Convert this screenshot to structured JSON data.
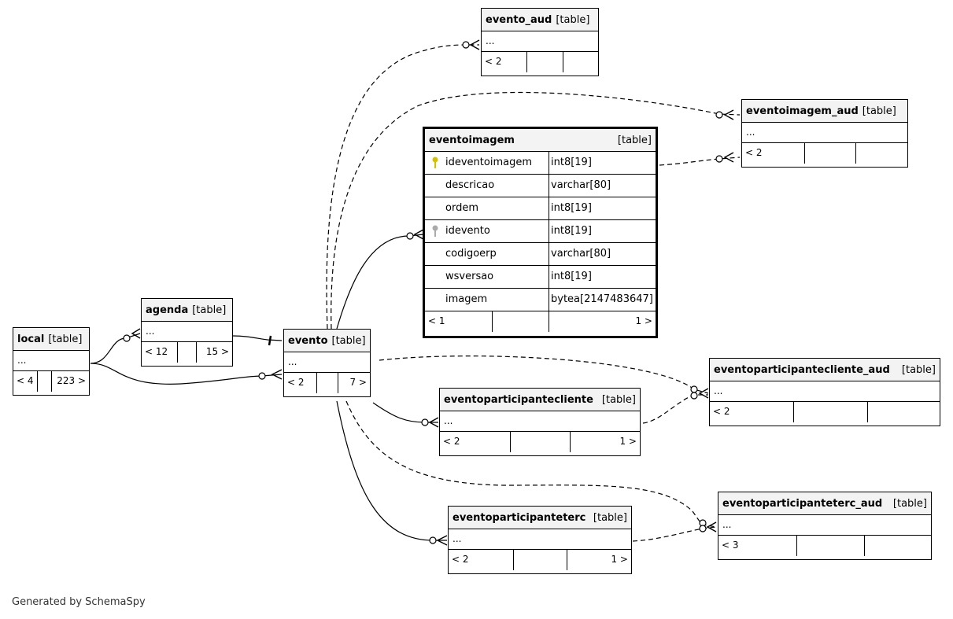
{
  "tables": {
    "evento_aud": {
      "name": "evento_aud",
      "kind": "[table]",
      "dots": "...",
      "left": "< 2",
      "mid": "",
      "right": ""
    },
    "eventoimagem_aud": {
      "name": "eventoimagem_aud",
      "kind": "[table]",
      "dots": "...",
      "left": "< 2",
      "mid": "",
      "right": ""
    },
    "eventoimagem": {
      "name": "eventoimagem",
      "kind": "[table]",
      "left": "< 1",
      "mid": "",
      "right": "1 >",
      "columns": [
        {
          "name": "ideventoimagem",
          "type": "int8[19]",
          "key": "primary"
        },
        {
          "name": "descricao",
          "type": "varchar[80]",
          "key": ""
        },
        {
          "name": "ordem",
          "type": "int8[19]",
          "key": ""
        },
        {
          "name": "idevento",
          "type": "int8[19]",
          "key": "foreign"
        },
        {
          "name": "codigoerp",
          "type": "varchar[80]",
          "key": ""
        },
        {
          "name": "wsversao",
          "type": "int8[19]",
          "key": ""
        },
        {
          "name": "imagem",
          "type": "bytea[2147483647]",
          "key": ""
        }
      ]
    },
    "local": {
      "name": "local",
      "kind": "[table]",
      "dots": "...",
      "left": "< 4",
      "mid": "",
      "right": "223 >"
    },
    "agenda": {
      "name": "agenda",
      "kind": "[table]",
      "dots": "...",
      "left": "< 12",
      "mid": "",
      "right": "15 >"
    },
    "evento": {
      "name": "evento",
      "kind": "[table]",
      "dots": "...",
      "left": "< 2",
      "mid": "",
      "right": "7 >"
    },
    "eventoparticipantecliente_aud": {
      "name": "eventoparticipantecliente_aud",
      "kind": "[table]",
      "dots": "...",
      "left": "< 2",
      "mid": "",
      "right": ""
    },
    "eventoparticipantecliente": {
      "name": "eventoparticipantecliente",
      "kind": "[table]",
      "dots": "...",
      "left": "< 2",
      "mid": "",
      "right": "1 >"
    },
    "eventoparticipanteterc_aud": {
      "name": "eventoparticipanteterc_aud",
      "kind": "[table]",
      "dots": "...",
      "left": "< 3",
      "mid": "",
      "right": ""
    },
    "eventoparticipanteterc": {
      "name": "eventoparticipanteterc",
      "kind": "[table]",
      "dots": "...",
      "left": "< 2",
      "mid": "",
      "right": "1 >"
    }
  },
  "footer": {
    "generated_by": "Generated by SchemaSpy"
  },
  "colors": {
    "line": "#000000",
    "header_bg": "#f3f3f3",
    "primary_key": "#d4c200",
    "foreign_key": "#aaaaaa"
  },
  "icons": {
    "primary_key": "key-icon",
    "foreign_key": "key-icon"
  }
}
